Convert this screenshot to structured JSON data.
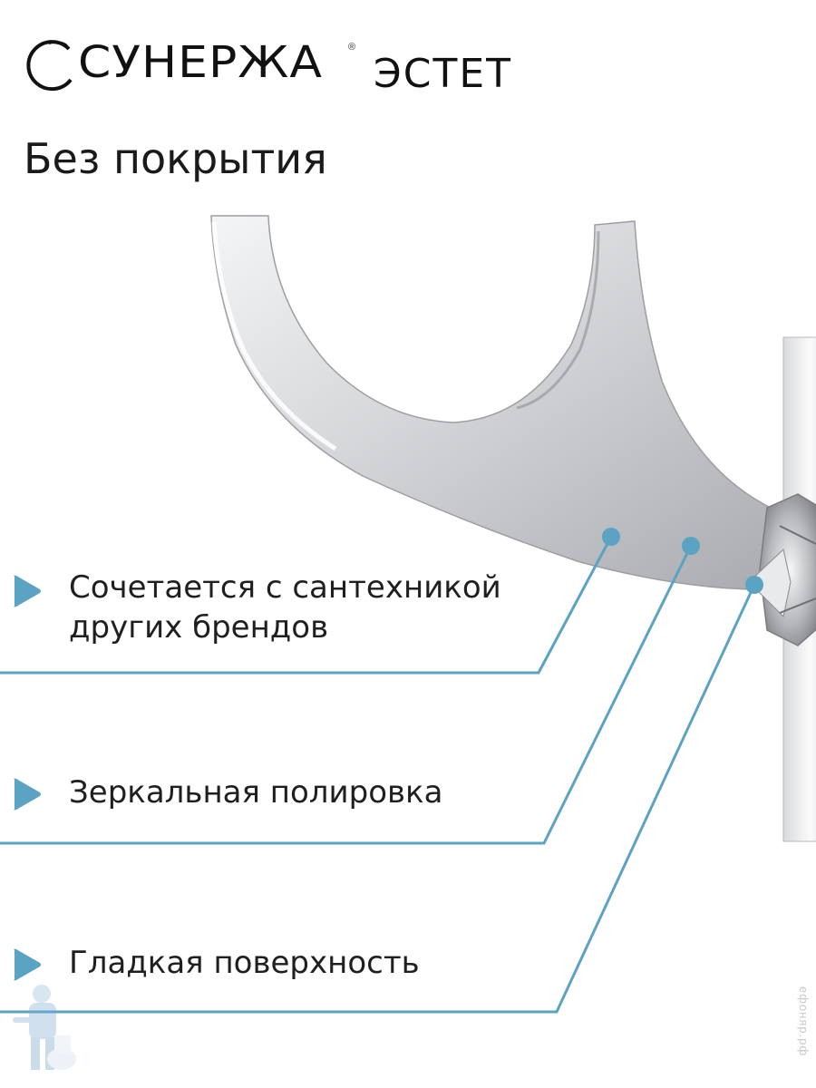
{
  "brand": {
    "name": "СУНЕРЖА",
    "registered": "®",
    "series": "ЭСТЕТ"
  },
  "subtitle": "Без покрытия",
  "features": [
    {
      "label": "Сочетается с сантехникой других брендов"
    },
    {
      "label": "Зеркальная полировка"
    },
    {
      "label": "Гладкая поверхность"
    }
  ],
  "watermark": "ефоняр.рф",
  "colors": {
    "accent": "#5ba3c2",
    "text": "#1a1a1a",
    "metal_light": "#e8e9eb",
    "metal_mid": "#bfc1c4",
    "metal_dark": "#8d8f93"
  },
  "icons": {
    "bullet": "triangle-right-icon",
    "callout": "callout-dot-icon",
    "mascot": "plumber-mascot-icon"
  }
}
